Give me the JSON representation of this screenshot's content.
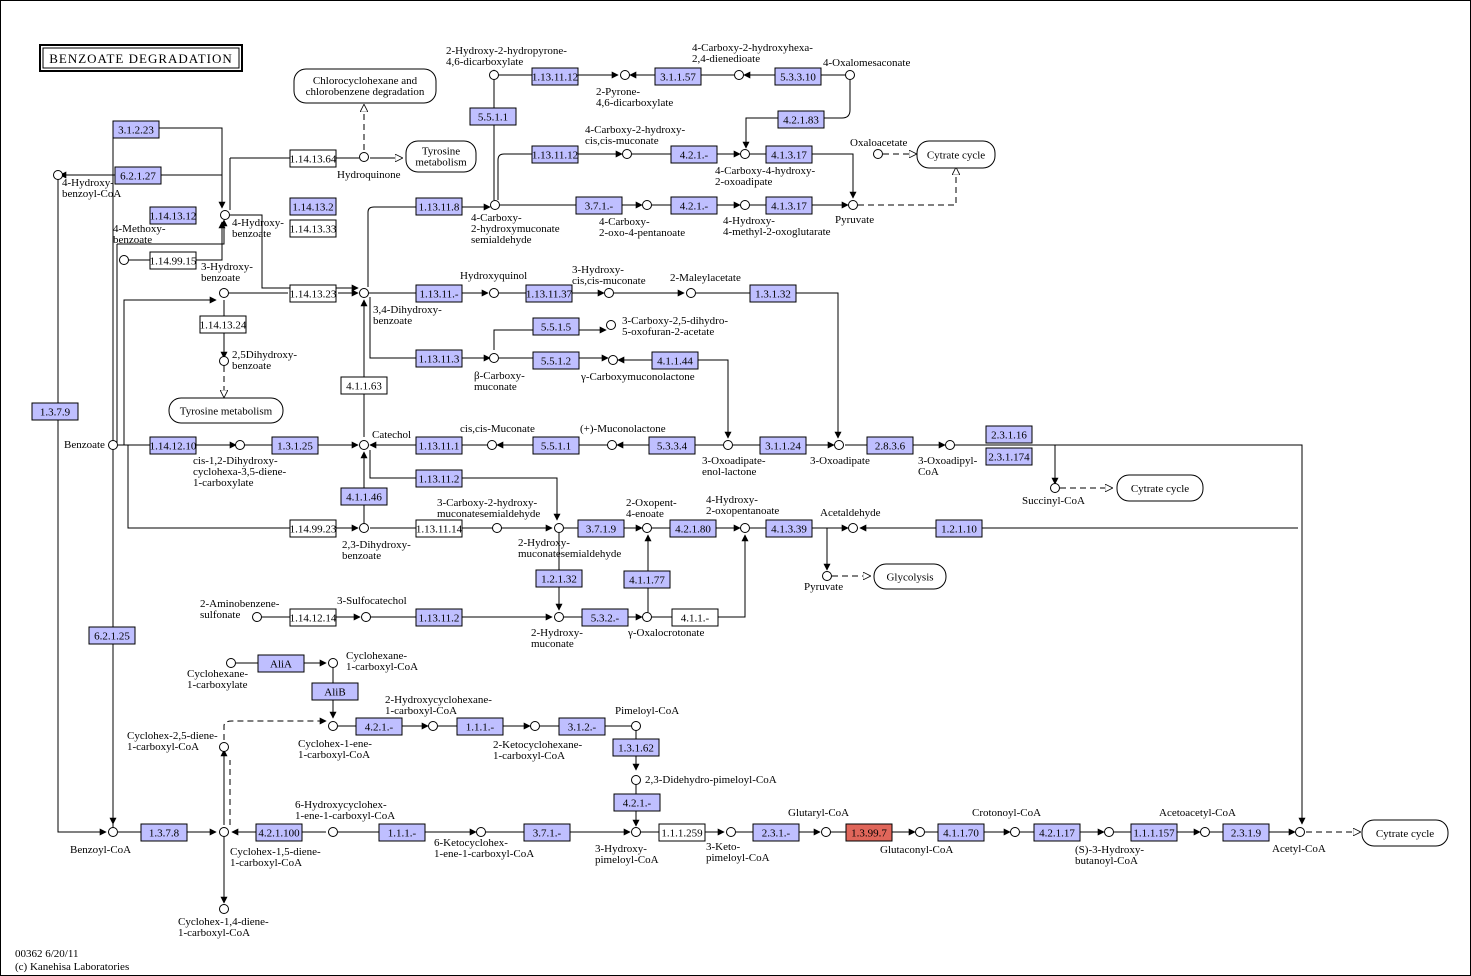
{
  "title": "BENZOATE DEGRADATION",
  "footer": {
    "line1": "00362 6/20/11",
    "line2": "(c) Kanehisa Laboratories"
  },
  "colors": {
    "enzyme_present": "#bfbfff",
    "enzyme_absent": "#ffffff",
    "highlight": "#e0665a",
    "line": "#000000"
  },
  "enzymes": [
    {
      "id": "e1",
      "label": "3.1.2.23",
      "c": "p"
    },
    {
      "id": "e2",
      "label": "6.2.1.27",
      "c": "p"
    },
    {
      "id": "e3",
      "label": "1.14.13.12",
      "c": "p"
    },
    {
      "id": "e4",
      "label": "1.14.13.64",
      "c": "w"
    },
    {
      "id": "e5",
      "label": "1.14.13.2",
      "c": "p"
    },
    {
      "id": "e6",
      "label": "1.14.13.33",
      "c": "w"
    },
    {
      "id": "e7",
      "label": "1.14.99.15",
      "c": "w"
    },
    {
      "id": "e8",
      "label": "1.14.13.23",
      "c": "w"
    },
    {
      "id": "e9",
      "label": "1.14.13.24",
      "c": "w"
    },
    {
      "id": "e10",
      "label": "1.3.7.9",
      "c": "p"
    },
    {
      "id": "e11",
      "label": "1.14.12.10",
      "c": "p"
    },
    {
      "id": "e12",
      "label": "1.3.1.25",
      "c": "p"
    },
    {
      "id": "e13",
      "label": "1.14.99.23",
      "c": "w"
    },
    {
      "id": "e14",
      "label": "1.13.11.14",
      "c": "w"
    },
    {
      "id": "e15",
      "label": "6.2.1.25",
      "c": "p"
    },
    {
      "id": "e16",
      "label": "1.14.12.14",
      "c": "w"
    },
    {
      "id": "e17",
      "label": "1.13.11.2",
      "c": "p"
    },
    {
      "id": "e18",
      "label": "4.1.1.63",
      "c": "w"
    },
    {
      "id": "e19",
      "label": "4.1.1.46",
      "c": "p"
    },
    {
      "id": "e20",
      "label": "1.13.11.8",
      "c": "p"
    },
    {
      "id": "e21",
      "label": "1.13.11.-",
      "c": "p"
    },
    {
      "id": "e22",
      "label": "1.13.11.37",
      "c": "p"
    },
    {
      "id": "e23",
      "label": "1.13.11.3",
      "c": "p"
    },
    {
      "id": "e24",
      "label": "1.13.11.1",
      "c": "p"
    },
    {
      "id": "e25",
      "label": "1.13.11.2",
      "c": "p"
    },
    {
      "id": "e26",
      "label": "5.5.1.1",
      "c": "p"
    },
    {
      "id": "e27",
      "label": "5.3.3.4",
      "c": "p"
    },
    {
      "id": "e28",
      "label": "3.1.1.24",
      "c": "p"
    },
    {
      "id": "e29",
      "label": "2.8.3.6",
      "c": "p"
    },
    {
      "id": "e30",
      "label": "2.3.1.16",
      "c": "p"
    },
    {
      "id": "e31",
      "label": "2.3.1.174",
      "c": "p"
    },
    {
      "id": "e32",
      "label": "5.5.1.2",
      "c": "p"
    },
    {
      "id": "e33",
      "label": "4.1.1.44",
      "c": "p"
    },
    {
      "id": "e34",
      "label": "5.5.1.5",
      "c": "p"
    },
    {
      "id": "e35",
      "label": "1.3.1.32",
      "c": "p"
    },
    {
      "id": "e36",
      "label": "5.5.1.1",
      "c": "p"
    },
    {
      "id": "e37",
      "label": "1.13.11.12",
      "c": "p"
    },
    {
      "id": "e38",
      "label": "3.1.1.57",
      "c": "p"
    },
    {
      "id": "e39",
      "label": "5.3.3.10",
      "c": "p"
    },
    {
      "id": "e40",
      "label": "4.2.1.83",
      "c": "p"
    },
    {
      "id": "e41",
      "label": "1.13.11.12",
      "c": "p"
    },
    {
      "id": "e42",
      "label": "4.2.1.-",
      "c": "p"
    },
    {
      "id": "e43",
      "label": "4.1.3.17",
      "c": "p"
    },
    {
      "id": "e44",
      "label": "3.7.1.-",
      "c": "p"
    },
    {
      "id": "e45",
      "label": "4.2.1.-",
      "c": "p"
    },
    {
      "id": "e46",
      "label": "4.1.3.17",
      "c": "p"
    },
    {
      "id": "e47",
      "label": "3.7.1.9",
      "c": "p"
    },
    {
      "id": "e48",
      "label": "4.2.1.80",
      "c": "p"
    },
    {
      "id": "e49",
      "label": "4.1.3.39",
      "c": "p"
    },
    {
      "id": "e50",
      "label": "1.2.1.10",
      "c": "p"
    },
    {
      "id": "e51",
      "label": "1.2.1.32",
      "c": "p"
    },
    {
      "id": "e52",
      "label": "4.1.1.77",
      "c": "p"
    },
    {
      "id": "e53",
      "label": "5.3.2.-",
      "c": "p"
    },
    {
      "id": "e54",
      "label": "4.1.1.-",
      "c": "w"
    },
    {
      "id": "e55",
      "label": "AliA",
      "c": "p"
    },
    {
      "id": "e56",
      "label": "AliB",
      "c": "p"
    },
    {
      "id": "e57",
      "label": "4.2.1.-",
      "c": "p"
    },
    {
      "id": "e58",
      "label": "1.1.1.-",
      "c": "p"
    },
    {
      "id": "e59",
      "label": "3.1.2.-",
      "c": "p"
    },
    {
      "id": "e60",
      "label": "1.3.1.62",
      "c": "p"
    },
    {
      "id": "e61",
      "label": "4.2.1.-",
      "c": "p"
    },
    {
      "id": "e62",
      "label": "1.3.7.8",
      "c": "p"
    },
    {
      "id": "e63",
      "label": "4.2.1.100",
      "c": "p"
    },
    {
      "id": "e64",
      "label": "1.1.1.-",
      "c": "p"
    },
    {
      "id": "e65",
      "label": "3.7.1.-",
      "c": "p"
    },
    {
      "id": "e66",
      "label": "1.1.1.259",
      "c": "w"
    },
    {
      "id": "e67",
      "label": "2.3.1.-",
      "c": "p"
    },
    {
      "id": "e68",
      "label": "1.3.99.7",
      "c": "h"
    },
    {
      "id": "e69",
      "label": "4.1.1.70",
      "c": "p"
    },
    {
      "id": "e70",
      "label": "4.2.1.17",
      "c": "p"
    },
    {
      "id": "e71",
      "label": "1.1.1.157",
      "c": "p"
    },
    {
      "id": "e72",
      "label": "2.3.1.9",
      "c": "p"
    }
  ],
  "maps": [
    {
      "id": "m1",
      "label": "Chlorocyclohexane and chlorobenzene degradation"
    },
    {
      "id": "m2",
      "label": "Tyrosine metabolism"
    },
    {
      "id": "m3",
      "label": "Tyrosine metabolism"
    },
    {
      "id": "m4",
      "label": "Cytrate cycle"
    },
    {
      "id": "m5",
      "label": "Cytrate cycle"
    },
    {
      "id": "m6",
      "label": "Glycolysis"
    },
    {
      "id": "m7",
      "label": "Cytrate cycle"
    }
  ],
  "compounds": [
    {
      "id": "k1",
      "label": "4-Hydroxy-benzoyl-CoA"
    },
    {
      "id": "k2",
      "label": "4-Hydroxy-benzoate"
    },
    {
      "id": "k3",
      "label": "4-Methoxy-benzoate"
    },
    {
      "id": "k4",
      "label": "Hydroquinone"
    },
    {
      "id": "k5",
      "label": "3-Hydroxy-benzoate"
    },
    {
      "id": "k6",
      "label": "2,5Dihydroxy-benzoate"
    },
    {
      "id": "k7",
      "label": "Benzoate"
    },
    {
      "id": "k8",
      "label": "cis-1,2-Dihydroxy-cyclohexa-3,5-diene-1-carboxylate"
    },
    {
      "id": "k9",
      "label": "3,4-Dihydroxy-benzoate"
    },
    {
      "id": "k10",
      "label": "Catechol"
    },
    {
      "id": "k11",
      "label": "2,3-Dihydroxy-benzoate"
    },
    {
      "id": "k12",
      "label": "2-Aminobenzene-sulfonate"
    },
    {
      "id": "k13",
      "label": "3-Sulfocatechol"
    },
    {
      "id": "k14",
      "label": "2-Hydroxy-2-hydropyrone-4,6-dicarboxylate"
    },
    {
      "id": "k15",
      "label": "2-Pyrone-4,6-dicarboxylate"
    },
    {
      "id": "k16",
      "label": "4-Carboxy-2-hydroxyhexa-2,4-dienedioate"
    },
    {
      "id": "k17",
      "label": "4-Oxalomesaconate"
    },
    {
      "id": "k18",
      "label": "4-Carboxy-2-hydroxy-cis,cis-muconate"
    },
    {
      "id": "k19",
      "label": "4-Carboxy-4-hydroxy-2-oxoadipate"
    },
    {
      "id": "k20",
      "label": "Oxaloacetate"
    },
    {
      "id": "k21",
      "label": "4-Carboxy-2-hydroxymuconate semialdehyde"
    },
    {
      "id": "k22",
      "label": "4-Carboxy-2-oxo-4-pentanoate"
    },
    {
      "id": "k23",
      "label": "4-Hydroxy-4-methyl-2-oxoglutarate"
    },
    {
      "id": "k24",
      "label": "Pyruvate"
    },
    {
      "id": "k25",
      "label": "Hydroxyquinol"
    },
    {
      "id": "k26",
      "label": "3-Hydroxy-cis,cis-muconate"
    },
    {
      "id": "k27",
      "label": "2-Maleylacetate"
    },
    {
      "id": "k28",
      "label": "3-Carboxy-2,5-dihydro-5-oxofuran-2-acetate"
    },
    {
      "id": "k29",
      "label": "β-Carboxy-muconate"
    },
    {
      "id": "k30",
      "label": "γ-Carboxymuconolactone"
    },
    {
      "id": "k31",
      "label": "cis,cis-Muconate"
    },
    {
      "id": "k32",
      "label": "(+)-Muconolactone"
    },
    {
      "id": "k33",
      "label": "3-Oxoadipate-enol-lactone"
    },
    {
      "id": "k34",
      "label": "3-Oxoadipate"
    },
    {
      "id": "k35",
      "label": "3-Oxoadipyl-CoA"
    },
    {
      "id": "k36",
      "label": "Succinyl-CoA"
    },
    {
      "id": "k37",
      "label": "3-Carboxy-2-hydroxy-muconatesemialdehyde"
    },
    {
      "id": "k38",
      "label": "2-Hydroxy-muconatesemialdehyde"
    },
    {
      "id": "k39",
      "label": "2-Oxopent-4-enoate"
    },
    {
      "id": "k40",
      "label": "4-Hydroxy-2-oxopentanoate"
    },
    {
      "id": "k41",
      "label": "Acetaldehyde"
    },
    {
      "id": "k42",
      "label": "Pyruvate"
    },
    {
      "id": "k43",
      "label": "2-Hydroxy-muconate"
    },
    {
      "id": "k44",
      "label": "γ-Oxalocrotonate"
    },
    {
      "id": "k45",
      "label": "Cyclohexane-1-carboxylate"
    },
    {
      "id": "k46",
      "label": "Cyclohexane-1-carboxyl-CoA"
    },
    {
      "id": "k47",
      "label": "2-Hydroxycyclohexane-1-carboxyl-CoA"
    },
    {
      "id": "k48",
      "label": "Pimeloyl-CoA"
    },
    {
      "id": "k49",
      "label": "Cyclohex-2,5-diene-1-carboxyl-CoA"
    },
    {
      "id": "k50",
      "label": "Cyclohex-1-ene-1-carboxyl-CoA"
    },
    {
      "id": "k51",
      "label": "2-Ketocyclohexane-1-carboxyl-CoA"
    },
    {
      "id": "k52",
      "label": "2,3-Didehydro-pimeloyl-CoA"
    },
    {
      "id": "k53",
      "label": "Benzoyl-CoA"
    },
    {
      "id": "k54",
      "label": "Cyclohex-1,5-diene-1-carboxyl-CoA"
    },
    {
      "id": "k55",
      "label": "6-Hydroxycyclohex-1-ene-1-carboxyl-CoA"
    },
    {
      "id": "k56",
      "label": "6-Ketocyclohex-1-ene-1-carboxyl-CoA"
    },
    {
      "id": "k57",
      "label": "3-Hydroxy-pimeloyl-CoA"
    },
    {
      "id": "k58",
      "label": "3-Keto-pimeloyl-CoA"
    },
    {
      "id": "k59",
      "label": "Glutaryl-CoA"
    },
    {
      "id": "k60",
      "label": "Glutaconyl-CoA"
    },
    {
      "id": "k61",
      "label": "Crotonoyl-CoA"
    },
    {
      "id": "k62",
      "label": "(S)-3-Hydroxy-butanoyl-CoA"
    },
    {
      "id": "k63",
      "label": "Acetoacetyl-CoA"
    },
    {
      "id": "k64",
      "label": "Acetyl-CoA"
    },
    {
      "id": "k65",
      "label": "Cyclohex-1,4-diene-1-carboxyl-CoA"
    }
  ]
}
